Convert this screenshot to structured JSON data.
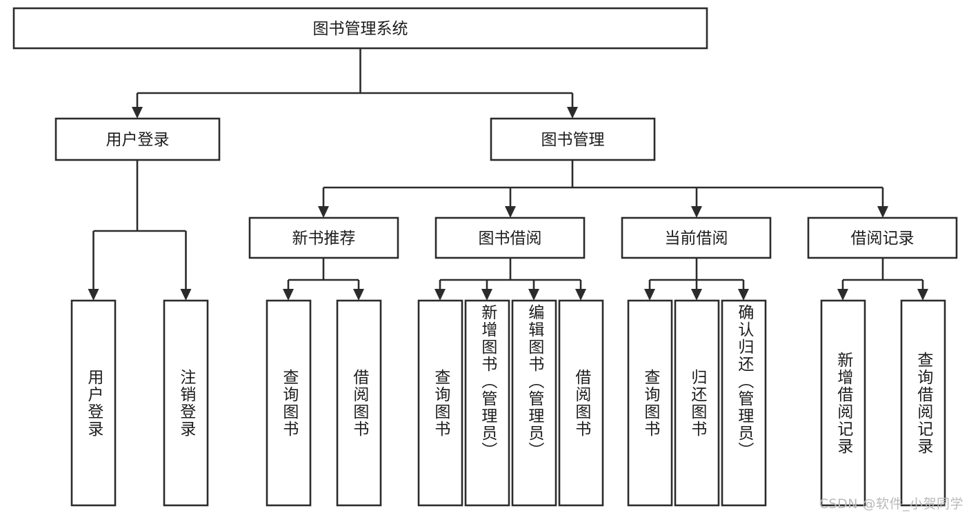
{
  "diagram": {
    "type": "tree-hierarchy-chart",
    "title": "图书管理系统",
    "watermark": "CSDN @软件_小贺同学",
    "colors": {
      "stroke": "#2b2b2b",
      "box_fill": "#ffffff",
      "text": "#1c1c1c",
      "background": "#ffffff",
      "watermark": "#b9b9b9"
    },
    "nodes": {
      "root": {
        "label": "图书管理系统"
      },
      "level2": [
        {
          "id": "user-login",
          "label": "用户登录"
        },
        {
          "id": "book-management",
          "label": "图书管理"
        }
      ],
      "level3": [
        {
          "id": "new-book-recommend",
          "label": "新书推荐"
        },
        {
          "id": "book-borrow",
          "label": "图书借阅"
        },
        {
          "id": "current-borrow",
          "label": "当前借阅"
        },
        {
          "id": "borrow-record",
          "label": "借阅记录"
        }
      ],
      "leaves": {
        "user_login": [
          {
            "id": "leaf-user-login",
            "label": "用户登录"
          },
          {
            "id": "leaf-logout-login",
            "label": "注销登录"
          }
        ],
        "new_book_recommend": [
          {
            "id": "leaf-query-book-1",
            "label": "查询图书"
          },
          {
            "id": "leaf-borrow-book-1",
            "label": "借阅图书"
          }
        ],
        "book_borrow": [
          {
            "id": "leaf-query-book-2",
            "label": "查询图书"
          },
          {
            "id": "leaf-add-book",
            "label": "新增图书（管理员）"
          },
          {
            "id": "leaf-edit-book",
            "label": "编辑图书（管理员）"
          },
          {
            "id": "leaf-borrow-book-2",
            "label": "借阅图书"
          }
        ],
        "current_borrow": [
          {
            "id": "leaf-query-book-3",
            "label": "查询图书"
          },
          {
            "id": "leaf-return-book",
            "label": "归还图书"
          },
          {
            "id": "leaf-confirm-return",
            "label": "确认归还（管理员）"
          }
        ],
        "borrow_record": [
          {
            "id": "leaf-add-record",
            "label": "新增借阅记录"
          },
          {
            "id": "leaf-query-record",
            "label": "查询借阅记录"
          }
        ]
      }
    }
  }
}
